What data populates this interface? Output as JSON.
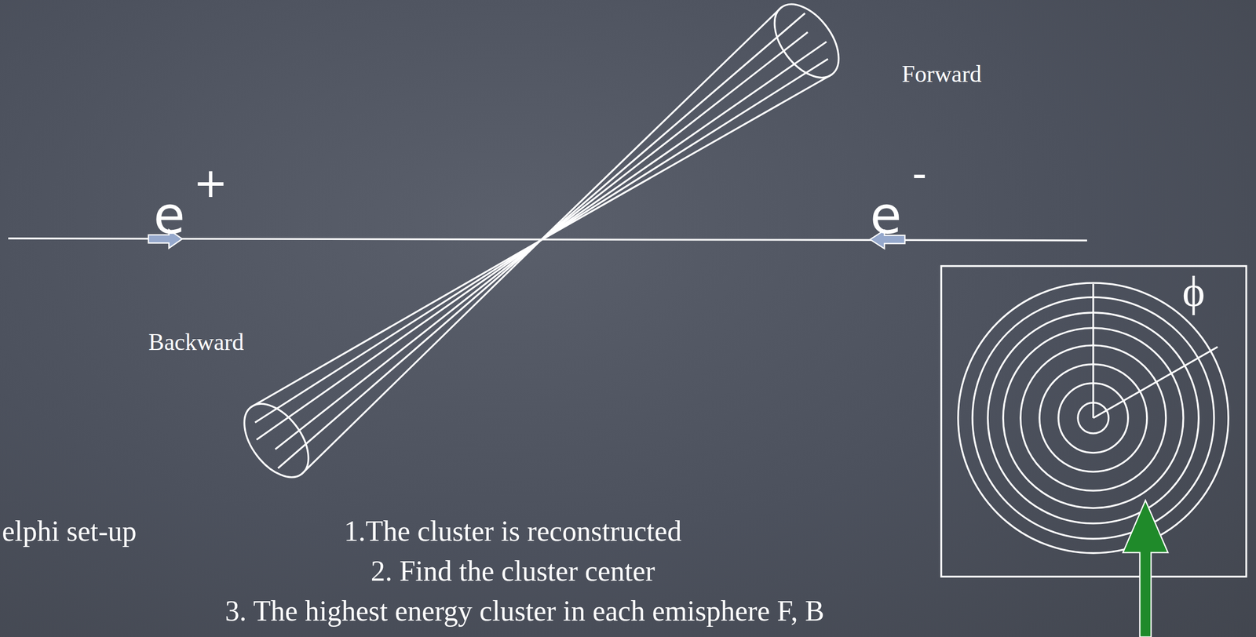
{
  "diagram": {
    "labels": [
      "Forward",
      "e",
      "+",
      "e",
      "-",
      "Backward",
      "ϕ",
      "elphi set-up",
      "1.The cluster is reconstructed",
      "2. Find the cluster center",
      "3. The highest energy cluster in each emisphere F, B"
    ]
  }
}
